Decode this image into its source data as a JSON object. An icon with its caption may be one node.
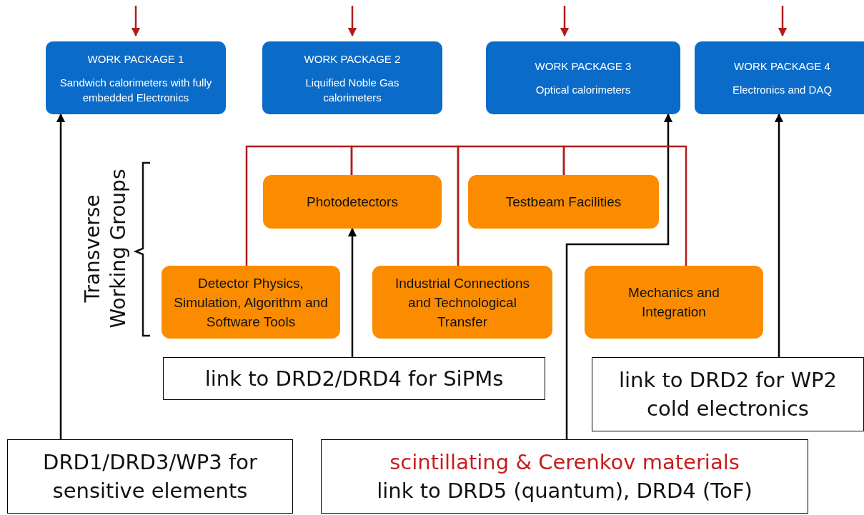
{
  "diagram": {
    "nodes": [
      {
        "text": [
          "WORK PACKAGE 1",
          "Sandwich calorimeters with fully embedded Electronics"
        ]
      },
      {
        "text": [
          "WORK PACKAGE 2",
          "Liquified Noble Gas calorimeters"
        ]
      },
      {
        "text": [
          "WORK PACKAGE 3",
          "Optical calorimeters"
        ]
      },
      {
        "text": [
          "WORK PACKAGE 4",
          "Electronics and DAQ"
        ]
      },
      {
        "text": [
          "Photodetectors"
        ]
      },
      {
        "text": [
          "Testbeam Facilities"
        ]
      },
      {
        "text": [
          "Detector Physics, Simulation, Algorithm and Software Tools"
        ]
      },
      {
        "text": [
          "Industrial Connections and Technological Transfer"
        ]
      },
      {
        "text": [
          "Mechanics and Integration"
        ]
      },
      {
        "text": [
          "link to DRD2/DRD4 for SiPMs"
        ]
      },
      {
        "text": [
          "link to DRD2 for WP2 cold electronics"
        ]
      },
      {
        "text": [
          "DRD1/DRD3/WP3 for sensitive elements"
        ]
      },
      {
        "text": [
          "scintillating & Cerenkov materials",
          "link to DRD5 (quantum), DRD4 (ToF)"
        ]
      }
    ],
    "edges": [
      {
        "from": null,
        "to": 0,
        "arrow": "to"
      },
      {
        "from": null,
        "to": 1,
        "arrow": "to"
      },
      {
        "from": null,
        "to": 2,
        "arrow": "to"
      },
      {
        "from": null,
        "to": 3,
        "arrow": "to"
      },
      {
        "from": 11,
        "to": 0,
        "arrow": "to",
        "color": "#000000"
      },
      {
        "from": 9,
        "to": 4,
        "arrow": "to",
        "color": "#000000"
      },
      {
        "from": 12,
        "to": 2,
        "arrow": "to",
        "color": "#000000"
      },
      {
        "from": 10,
        "to": 3,
        "arrow": "to",
        "color": "#000000"
      },
      {
        "from": 6,
        "to": 4,
        "arrow": "none"
      },
      {
        "from": 4,
        "to": 7,
        "arrow": "none"
      },
      {
        "from": 7,
        "to": 5,
        "arrow": "none"
      },
      {
        "from": 5,
        "to": 8,
        "arrow": "none"
      }
    ],
    "labels": [
      "Transverse Working Groups"
    ]
  }
}
